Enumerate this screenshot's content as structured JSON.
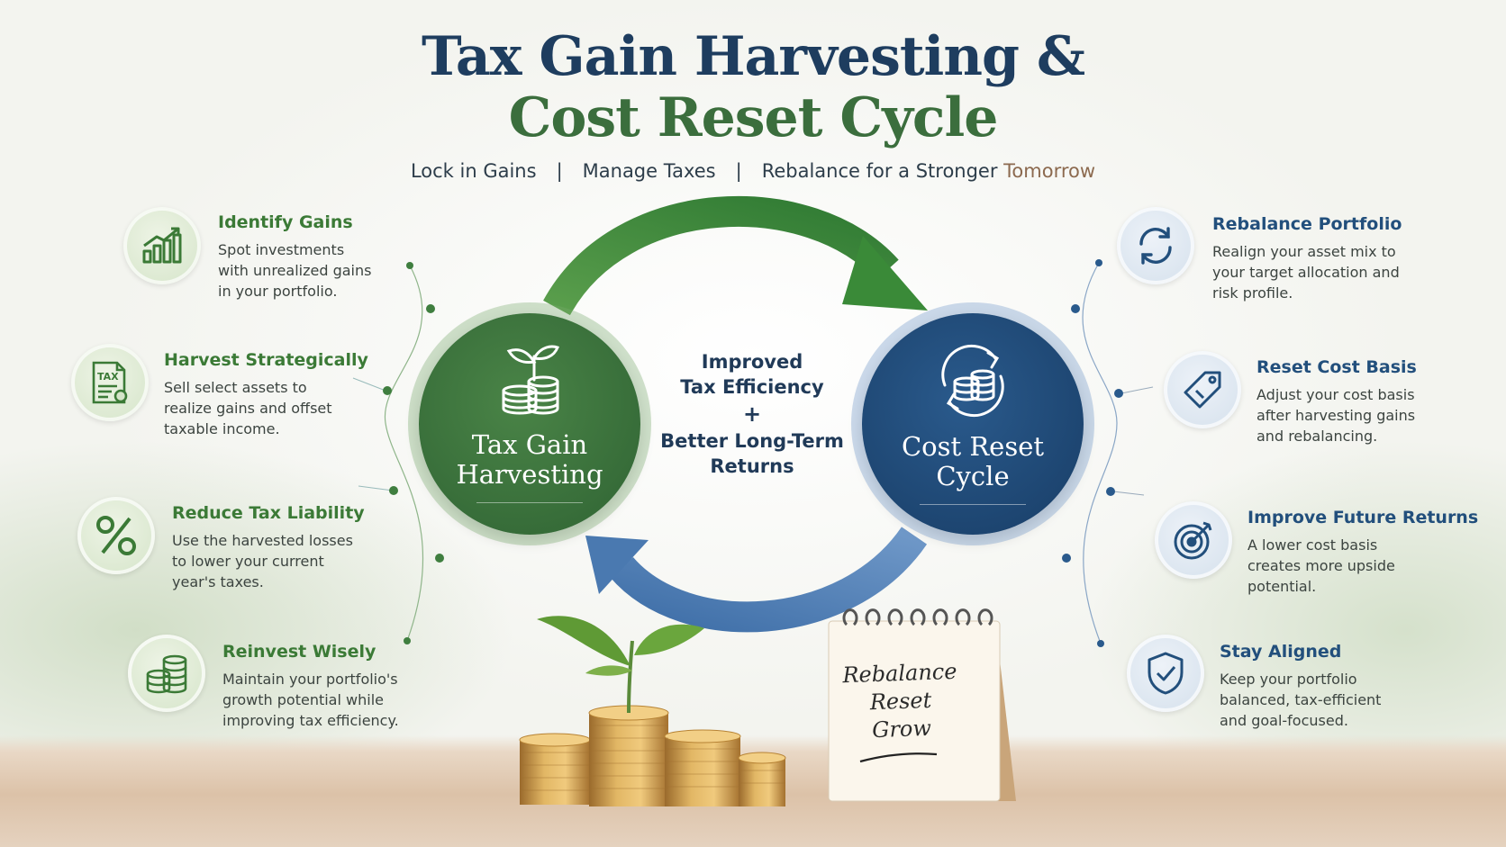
{
  "header": {
    "title_line1": "Tax Gain Harvesting &",
    "title_line2": "Cost Reset Cycle",
    "tag1": "Lock in Gains",
    "sep": "|",
    "tag2": "Manage Taxes",
    "tag3_main": "Rebalance for a Stronger ",
    "tag3_end": "Tomorrow"
  },
  "colors": {
    "green": "#3b7a36",
    "blue": "#224f7c",
    "title_blue": "#1e3d5f",
    "title_green": "#3b6e3d"
  },
  "cycle": {
    "left_title_line1": "Tax Gain",
    "left_title_line2": "Harvesting",
    "left_icon": "sprout-coins-icon",
    "right_title_line1": "Cost Reset",
    "right_title_line2": "Cycle",
    "right_icon": "coins-cycle-icon",
    "center_line1": "Improved",
    "center_line2": "Tax Efficiency",
    "center_plus": "+",
    "center_line3": "Better Long-Term",
    "center_line4": "Returns"
  },
  "left_steps": [
    {
      "icon": "growth-chart-icon",
      "title": "Identify Gains",
      "text": "Spot investments with unrealized gains in your portfolio."
    },
    {
      "icon": "tax-document-icon",
      "title": "Harvest Strategically",
      "text": "Sell select assets to realize gains and offset taxable income."
    },
    {
      "icon": "percent-icon",
      "title": "Reduce Tax Liability",
      "text": "Use the harvested losses to lower your current year's taxes."
    },
    {
      "icon": "coin-stack-icon",
      "title": "Reinvest Wisely",
      "text": "Maintain your portfolio's growth potential while improving tax efficiency."
    }
  ],
  "right_steps": [
    {
      "icon": "refresh-icon",
      "title": "Rebalance Portfolio",
      "text": "Realign your asset mix to your target allocation and risk profile."
    },
    {
      "icon": "price-tag-icon",
      "title": "Reset Cost Basis",
      "text": "Adjust your cost basis after harvesting gains and rebalancing."
    },
    {
      "icon": "target-icon",
      "title": "Improve Future Returns",
      "text": "A lower cost basis creates more upside potential."
    },
    {
      "icon": "shield-check-icon",
      "title": "Stay Aligned",
      "text": "Keep your portfolio balanced, tax-efficient and goal-focused."
    }
  ],
  "notepad": {
    "line1": "Rebalance",
    "line2": "Reset",
    "line3": "Grow"
  }
}
